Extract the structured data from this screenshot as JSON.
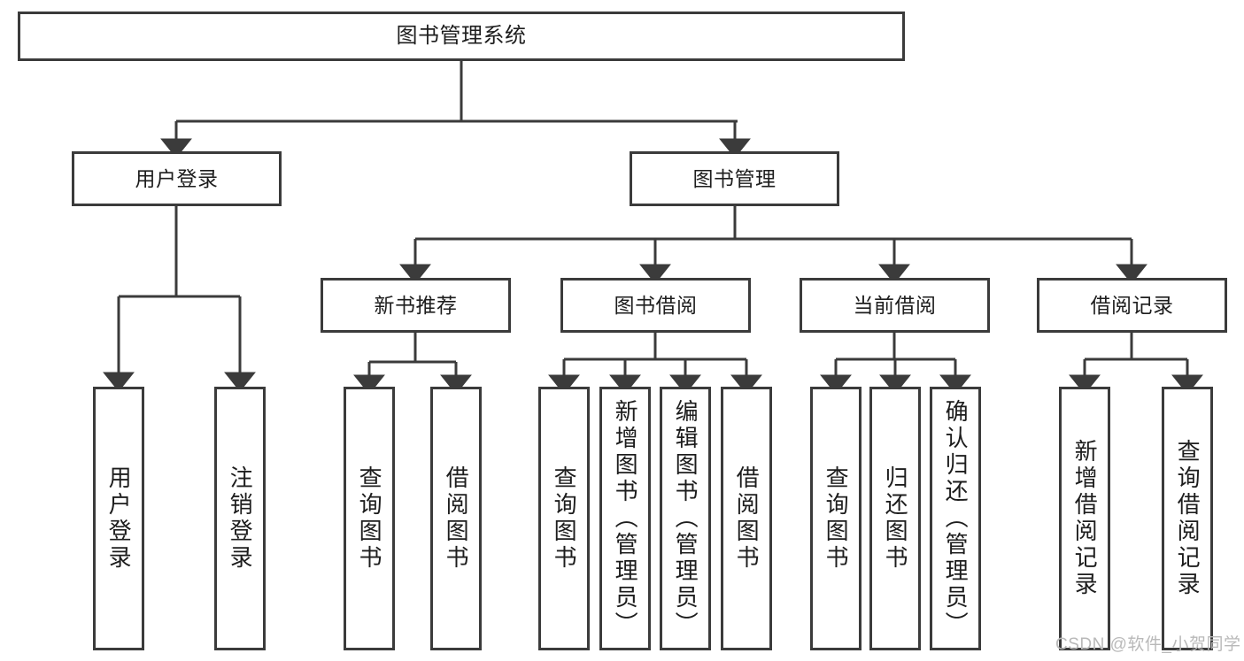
{
  "diagram": {
    "type": "tree-hierarchy",
    "title": "图书管理系统",
    "orientation": "top-down",
    "colors": {
      "stroke": "#3b3b3b",
      "fill": "#ffffff",
      "text": "#1d1d1d",
      "watermark": "#b9b9b9",
      "background": "#ffffff"
    }
  },
  "root": {
    "label": "图书管理系统"
  },
  "level1": [
    {
      "label": "用户登录"
    },
    {
      "label": "图书管理"
    }
  ],
  "level2": [
    {
      "label": "新书推荐"
    },
    {
      "label": "图书借阅"
    },
    {
      "label": "当前借阅"
    },
    {
      "label": "借阅记录"
    }
  ],
  "leaves": {
    "user_login": [
      {
        "label": "用户登录"
      },
      {
        "label": "注销登录"
      }
    ],
    "new_book_recommend": [
      {
        "label": "查询图书"
      },
      {
        "label": "借阅图书"
      }
    ],
    "book_borrow": [
      {
        "label": "查询图书"
      },
      {
        "label": "新增图书（管理员）"
      },
      {
        "label": "编辑图书（管理员）"
      },
      {
        "label": "借阅图书"
      }
    ],
    "current_borrow": [
      {
        "label": "查询图书"
      },
      {
        "label": "归还图书"
      },
      {
        "label": "确认归还（管理员）"
      }
    ],
    "borrow_record": [
      {
        "label": "新增借阅记录"
      },
      {
        "label": "查询借阅记录"
      }
    ]
  },
  "watermark": {
    "text": "CSDN @软件_小贺同学"
  }
}
